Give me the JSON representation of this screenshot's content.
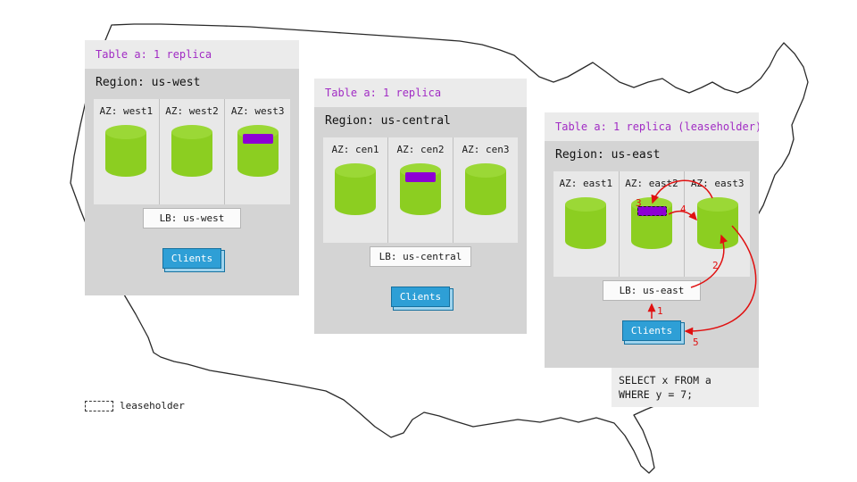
{
  "regions": [
    {
      "table_label": "Table a: 1 replica",
      "region_label": "Region: us-west",
      "azs": [
        {
          "label": "AZ: west1",
          "replica": false
        },
        {
          "label": "AZ: west2",
          "replica": false
        },
        {
          "label": "AZ: west3",
          "replica": true,
          "leaseholder": false
        }
      ],
      "lb_label": "LB: us-west",
      "clients_label": "Clients"
    },
    {
      "table_label": "Table a: 1 replica",
      "region_label": "Region: us-central",
      "azs": [
        {
          "label": "AZ: cen1",
          "replica": false
        },
        {
          "label": "AZ: cen2",
          "replica": true,
          "leaseholder": false
        },
        {
          "label": "AZ: cen3",
          "replica": false
        }
      ],
      "lb_label": "LB: us-central",
      "clients_label": "Clients"
    },
    {
      "table_label": "Table a: 1 replica (leaseholder)",
      "region_label": "Region: us-east",
      "azs": [
        {
          "label": "AZ: east1",
          "replica": false
        },
        {
          "label": "AZ: east2",
          "replica": true,
          "leaseholder": true
        },
        {
          "label": "AZ: east3",
          "replica": false
        }
      ],
      "lb_label": "LB: us-east",
      "clients_label": "Clients"
    }
  ],
  "arrow_labels": [
    "1",
    "2",
    "3",
    "4",
    "5"
  ],
  "query": {
    "line1": "SELECT x FROM a",
    "line2": "WHERE y = 7;"
  },
  "legend": {
    "label": "leaseholder"
  },
  "colors": {
    "cylinder_green": "#8cce21",
    "replica_purple": "#8d00d4",
    "table_label_purple": "#a12cc4",
    "arrow_red": "#e01010",
    "clients_blue": "#2e9fd6"
  }
}
